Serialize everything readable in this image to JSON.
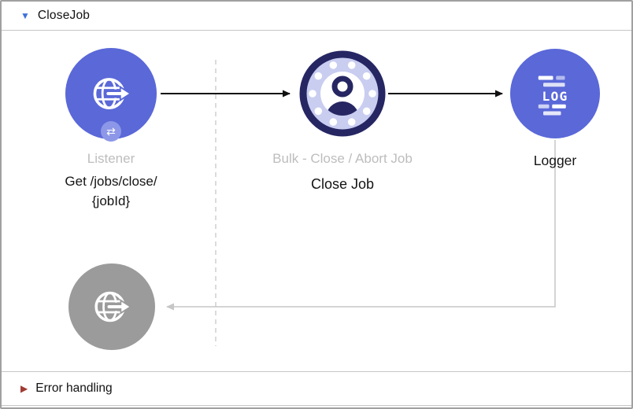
{
  "header": {
    "title": "CloseJob",
    "collapse_glyph": "▼"
  },
  "flow": {
    "listener": {
      "type_caption": "Listener",
      "name_line1": "Get /jobs/close/",
      "name_line2": "{jobId}",
      "exchange_glyph": "⇄",
      "icon": "http-listener-globe-icon"
    },
    "bulk_job": {
      "type_caption": "Bulk - Close / Abort Job",
      "name": "Close Job",
      "icon": "salesforce-bulk-person-icon"
    },
    "logger": {
      "name": "Logger",
      "icon_text": "LOG",
      "icon": "logger-log-icon"
    },
    "response": {
      "icon": "http-response-globe-icon"
    }
  },
  "error_handling": {
    "title": "Error handling",
    "expand_glyph": "▶"
  },
  "colors": {
    "node_blue": "#5a68d8",
    "node_gray": "#9b9b9b",
    "badge_blue": "#8d97e8",
    "bulk_navy": "#262663",
    "bulk_periwinkle": "#c9cdf0",
    "caption_gray": "#bdbdbd",
    "arrow_black": "#101010",
    "return_gray": "#c6c6c6",
    "dashed_gray": "#cfcfcf",
    "header_triangle_blue": "#3d72d9",
    "error_triangle_red": "#a13b34"
  }
}
